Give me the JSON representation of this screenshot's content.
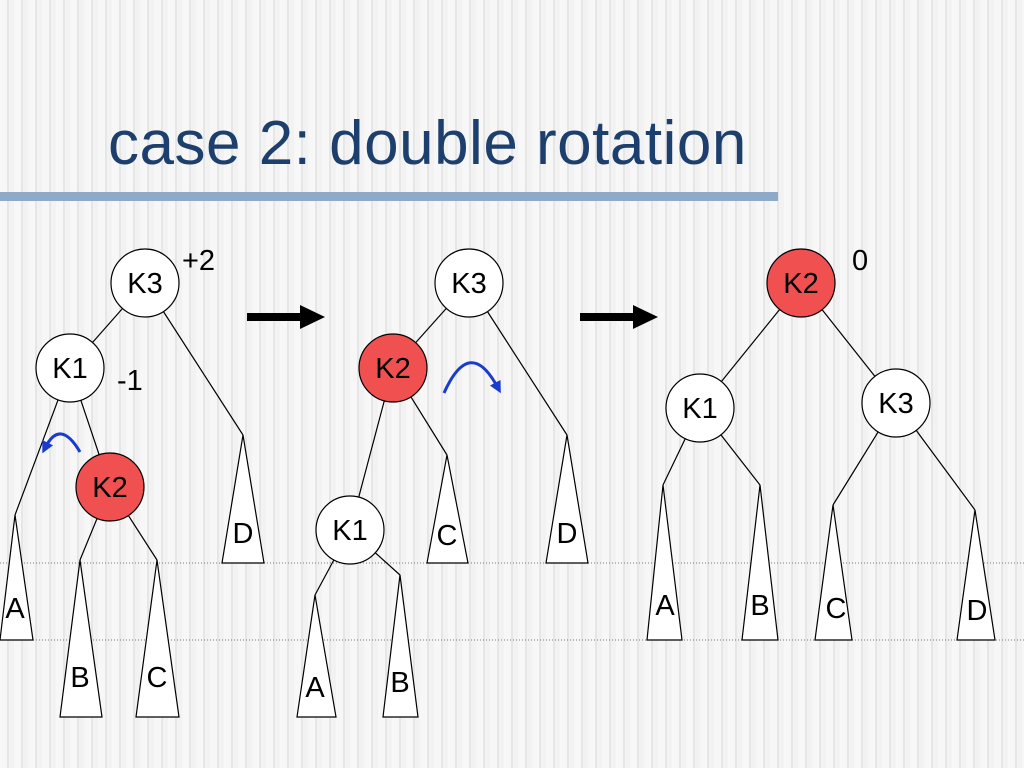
{
  "title": "case 2: double rotation",
  "colors": {
    "title": "#1d3f6d",
    "rule": "#8eaac8",
    "highlight_node": "#f05050",
    "plain_node": "#ffffff",
    "rotation_arrow": "#1a3ccc"
  },
  "tree1": {
    "k3": "K3",
    "k1": "K1",
    "k2": "K2",
    "balance_k3": "+2",
    "balance_k1": "-1",
    "a": "A",
    "b": "B",
    "c": "C",
    "d": "D"
  },
  "tree2": {
    "k3": "K3",
    "k2": "K2",
    "k1": "K1",
    "a": "A",
    "b": "B",
    "c": "C",
    "d": "D"
  },
  "tree3": {
    "k2": "K2",
    "k1": "K1",
    "k3": "K3",
    "balance_k2": "0",
    "a": "A",
    "b": "B",
    "c": "C",
    "d": "D"
  },
  "icons": {
    "step_arrow": "right-arrow-icon",
    "rotation": "curved-arrow-icon"
  }
}
